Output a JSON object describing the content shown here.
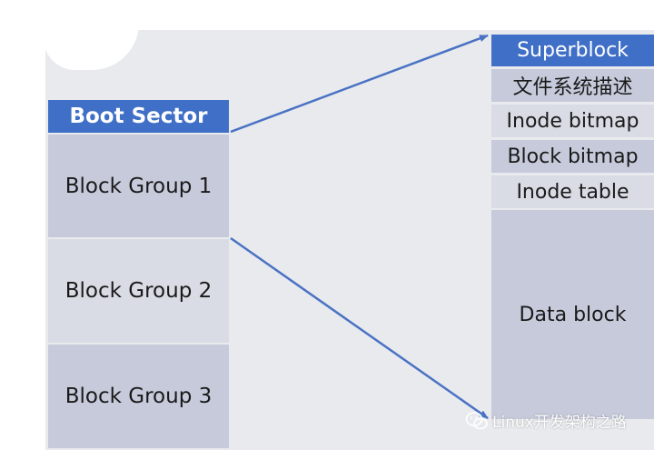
{
  "left_column": {
    "header": "Boot Sector",
    "groups": [
      "Block Group 1",
      "Block Group 2",
      "Block Group 3"
    ]
  },
  "right_column": {
    "header": "Superblock",
    "items": [
      "文件系统描述",
      "Inode bitmap",
      "Block bitmap",
      "Inode table",
      "Data block"
    ]
  },
  "watermark": "Linux开发架构之路",
  "colors": {
    "header_blue": "#3f6fc6",
    "block_dark": "#c6cadb",
    "block_light": "#d9dce5",
    "panel_gray": "#e8eaed",
    "arrow_blue": "#4a72c4"
  },
  "icons": [
    "wechat-icon"
  ]
}
